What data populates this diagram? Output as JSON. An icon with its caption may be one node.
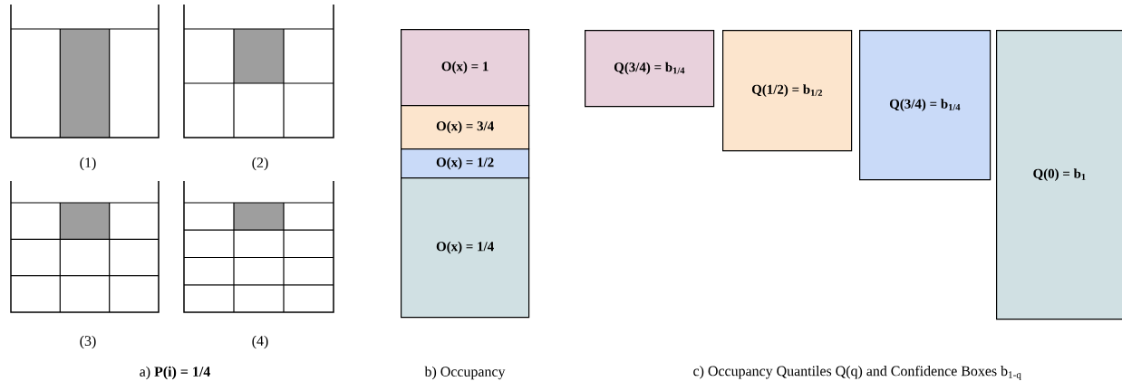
{
  "diagram": {
    "nodes": [
      {
        "text": [
          "O(x) = 1"
        ]
      },
      {
        "text": [
          "O(x) = 3/4"
        ]
      },
      {
        "text": [
          "O(x) = 1/2"
        ]
      },
      {
        "text": [
          "O(x) = 1/4"
        ]
      },
      {
        "text": [
          "Q(3/4) = b$_{1/4}$"
        ]
      },
      {
        "text": [
          "Q(1/2) = b$_{1/2}$"
        ]
      },
      {
        "text": [
          "Q(3/4) = b$_{1/4}$"
        ]
      },
      {
        "text": [
          "Q(0) = b$_{1}$"
        ]
      }
    ],
    "labels": [
      "(1)",
      "(2)",
      "(3)",
      "(4)",
      "a) **P(i) = 1/4**",
      "b) Occupancy",
      "c) Occupancy Quantiles Q(q) and Confidence Boxes b$_{1-q}$"
    ]
  }
}
